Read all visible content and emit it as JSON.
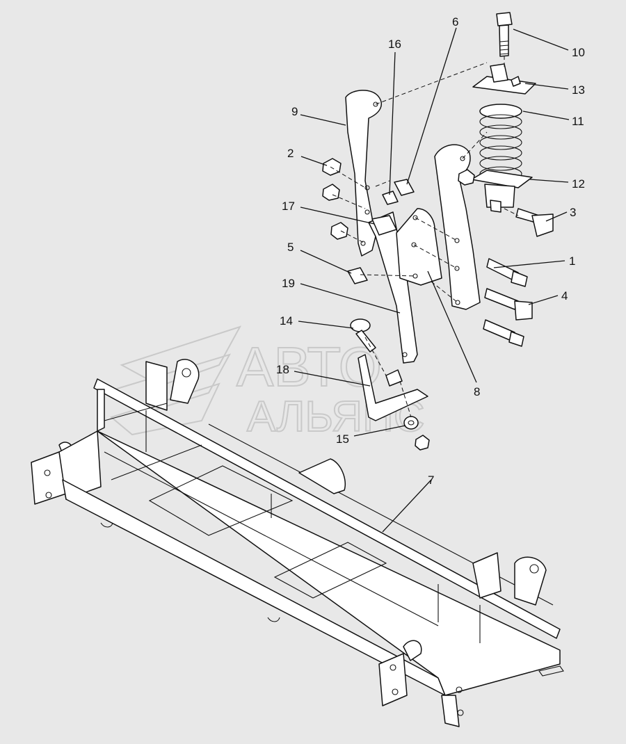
{
  "watermark": {
    "line1": "АВТО",
    "line2": "АЛЬЯНС"
  },
  "callouts": [
    "1",
    "2",
    "3",
    "4",
    "5",
    "6",
    "7",
    "8",
    "9",
    "10",
    "11",
    "12",
    "13",
    "14",
    "15",
    "16",
    "17",
    "18",
    "19"
  ],
  "colors": {
    "background": "#e8e8e8",
    "line": "#111111",
    "part_fill": "#ffffff",
    "watermark": "#c9c9c9"
  }
}
